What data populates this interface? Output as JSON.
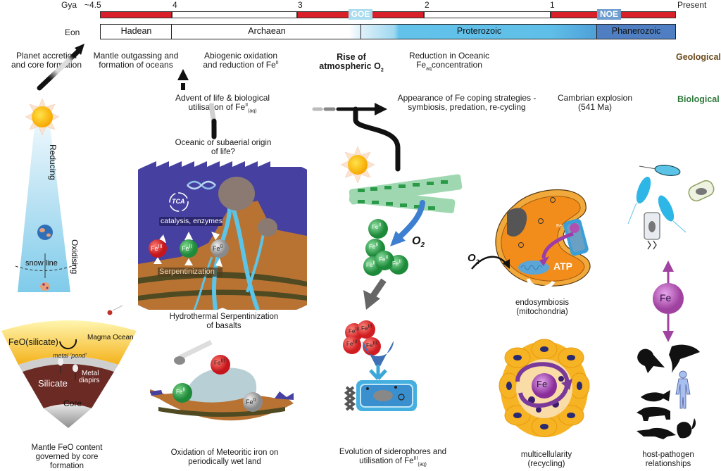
{
  "timeline": {
    "axis_label": "Gya",
    "ticks": [
      "~4.5",
      "4",
      "3",
      "2",
      "1",
      "Present"
    ],
    "eon_label": "Eon",
    "eons": [
      "Hadean",
      "Archaean",
      "Proterozoic",
      "Phanerozoic"
    ],
    "events": [
      "GOE",
      "NOE"
    ],
    "colors": {
      "red_band": "#d9202a",
      "proterozoic": "#62c2ea",
      "phanerozoic": "#4f7fc2",
      "event_box": "#a8dcee"
    }
  },
  "geological": {
    "row_label": "Geological",
    "items": [
      {
        "line1": "Planet accretion",
        "line2": "and core formation"
      },
      {
        "line1": "Mantle outgassing and",
        "line2": "formation of oceans"
      },
      {
        "line1": "Abiogenic oxidation",
        "line2": "and reduction of Fe",
        "sup": "II"
      },
      {
        "line1": "Rise of",
        "line2": "atmospheric O",
        "sub": "2"
      },
      {
        "line1": "Reduction in Oceanic",
        "line2": "Fe",
        "sub": "aq",
        "line2_tail": "concentration"
      }
    ]
  },
  "biological": {
    "row_label": "Biological",
    "items": [
      {
        "line1": "Advent of life & biological",
        "line2": "utilisation of Fe",
        "sup": "II",
        "sub": "(aq)"
      },
      {
        "line1": "Appearance of Fe coping strategies -",
        "line2": "symbiosis, predation, re-cycling"
      },
      {
        "line1": "Cambrian explosion",
        "line2": "(541 Ma)"
      }
    ]
  },
  "panels": {
    "solar_nebula": {
      "reducing": "Reducing",
      "oxidising": "Oxidising",
      "snow_line": "snow line"
    },
    "core_formation": {
      "labels": [
        "FeO(silicate)",
        "Magma Ocean",
        "metal 'pond'",
        "Silicate",
        "Metal",
        "diapirs",
        "Core"
      ],
      "caption": [
        "Mantle FeO content",
        "governed by core",
        "formation"
      ]
    },
    "hydrothermal": {
      "question": [
        "Oceanic or subaerial origin",
        "of life?"
      ],
      "tca": "TCA",
      "catalysis": "catalysis, enzymes",
      "serpentinization": "Serpentinization",
      "spheres": [
        {
          "base": "Fe",
          "ox": "III"
        },
        {
          "base": "Fe",
          "ox": "II"
        },
        {
          "base": "Fe",
          "ox": "0"
        }
      ],
      "caption": [
        "Hydrothermal Serpentinization",
        "of basalts"
      ]
    },
    "meteoritic": {
      "spheres": [
        {
          "base": "Fe",
          "ox": "III"
        },
        {
          "base": "Fe",
          "ox": "II"
        },
        {
          "base": "Fe",
          "ox": "0"
        }
      ],
      "caption": [
        "Oxidation of Meteoritic iron on",
        "periodically wet land"
      ]
    },
    "cyanobacteria": {
      "o2": "O",
      "o2_sub": "2",
      "fe2_spheres": [
        "Fe",
        "Fe",
        "Fe",
        "Fe",
        "Fe"
      ],
      "fe2_ox": "II",
      "fe3_spheres": [
        "Fe",
        "Fe",
        "Fe",
        "Fe"
      ],
      "fe3_ox": "III",
      "caption": [
        "Evolution of siderophores and",
        "utilisation of Fe"
      ],
      "caption_sup": "III",
      "caption_sub": "(aq)"
    },
    "endosymbiosis": {
      "o2": "O",
      "o2_sub": "2",
      "atp": "ATP",
      "fe": "Fe",
      "caption": [
        "endosymbiosis",
        "(mitochondria)"
      ]
    },
    "multicellularity": {
      "fe": "Fe",
      "caption": [
        "multicellularity",
        "(recycling)"
      ]
    },
    "host_pathogen": {
      "fe": "Fe",
      "caption": [
        "host-pathogen",
        "relationships"
      ]
    }
  }
}
